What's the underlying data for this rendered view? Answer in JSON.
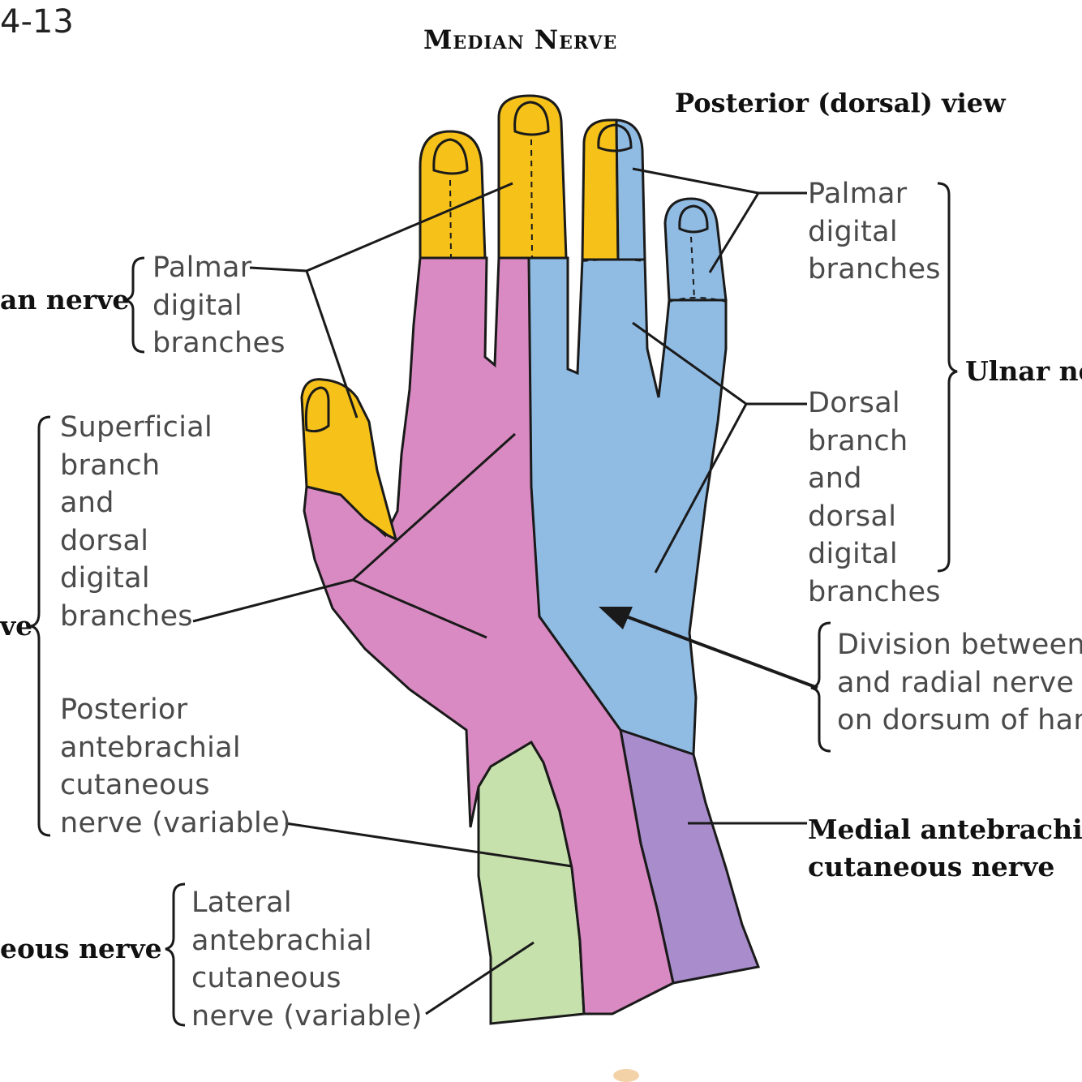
{
  "figure_number": "4-13",
  "title": "Median Nerve",
  "view_label": "Posterior (dorsal) view",
  "labels": {
    "median_nerve_group": "an nerve",
    "median_palmar_digital": [
      "Palmar",
      "digital",
      "branches"
    ],
    "radial_nerve_group": "ve",
    "superficial_branch": [
      "Superficial",
      "branch",
      "and",
      "dorsal",
      "digital",
      "branches"
    ],
    "posterior_antebrachial": [
      "Posterior",
      "antebrachial",
      "cutaneous",
      "nerve (variable)"
    ],
    "lateral_cutaneous_group": "eous nerve",
    "lateral_antebrachial": [
      "Lateral",
      "antebrachial",
      "cutaneous",
      "nerve (variable)"
    ],
    "ulnar_palmar_digital": [
      "Palmar",
      "digital",
      "branches"
    ],
    "ulnar_nerve_group": "Ulnar ne",
    "dorsal_branch": [
      "Dorsal",
      "branch",
      "and",
      "dorsal",
      "digital",
      "branches"
    ],
    "division": [
      "Division between",
      "and radial nerve",
      "on dorsum of han"
    ],
    "medial_antebrachial": [
      "Medial antebrachia",
      "cutaneous nerve"
    ]
  },
  "colors": {
    "median_yellow": "#f6c21a",
    "radial_pink": "#d98ac2",
    "ulnar_blue": "#90bce4",
    "lateral_green": "#c7e1ad",
    "medial_purple": "#a98ccc",
    "outline": "#1a1a1a"
  }
}
